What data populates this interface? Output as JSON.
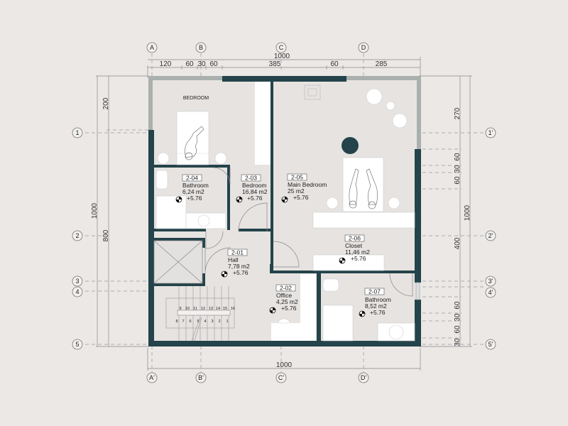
{
  "drawing": {
    "type": "architectural-floor-plan",
    "colors": {
      "background": "#ebe8e6",
      "floor": "#e6e3e1",
      "wall": "#24434a",
      "exterior_light_wall": "#a9b0ae",
      "furniture": "#ffffff",
      "dimension_line": "#8a8a8a"
    }
  },
  "grid_top": {
    "axes": [
      "A",
      "B",
      "C",
      "D"
    ],
    "overall": "1000",
    "segments": [
      "120",
      "60",
      "30",
      "60",
      "385",
      "60",
      "285"
    ]
  },
  "grid_bottom": {
    "axes": [
      "A'",
      "B'",
      "C'",
      "D'"
    ],
    "overall": "1000"
  },
  "grid_left": {
    "axes": [
      "1",
      "2",
      "3",
      "4",
      "5"
    ],
    "overall": "1000",
    "segments": [
      "200",
      "800"
    ]
  },
  "grid_right": {
    "axes": [
      "1'",
      "2'",
      "3'",
      "4'",
      "5'"
    ],
    "overall": "1000",
    "segments": [
      "270",
      "60",
      "30",
      "60",
      "400",
      "60",
      "30",
      "60",
      "30"
    ]
  },
  "annotations": {
    "bedroom_label": "BEDROOM"
  },
  "rooms": [
    {
      "id": "2-01",
      "name": "Hall",
      "area": "7,78 m2",
      "level": "+5.76"
    },
    {
      "id": "2-02",
      "name": "Office",
      "area": "4,25 m2",
      "level": "+5.76"
    },
    {
      "id": "2-03",
      "name": "Bedroom",
      "area": "16,84 m2",
      "level": "+5.76"
    },
    {
      "id": "2-04",
      "name": "Bathroom",
      "area": "6,24 m2",
      "level": "+5.76"
    },
    {
      "id": "2-05",
      "name": "Main Bedroom",
      "area": "25 m2",
      "level": "+5.76"
    },
    {
      "id": "2-06",
      "name": "Closet",
      "area": "11,46 m2",
      "level": "+5.76"
    },
    {
      "id": "2-07",
      "name": "Bathroom",
      "area": "8,52 m2",
      "level": "+5.76"
    }
  ],
  "stairs": {
    "upper_steps": [
      "9",
      "10",
      "11",
      "12",
      "13",
      "14",
      "15",
      "16"
    ],
    "lower_steps": [
      "8",
      "7",
      "6",
      "5",
      "4",
      "3",
      "2",
      "1"
    ]
  }
}
